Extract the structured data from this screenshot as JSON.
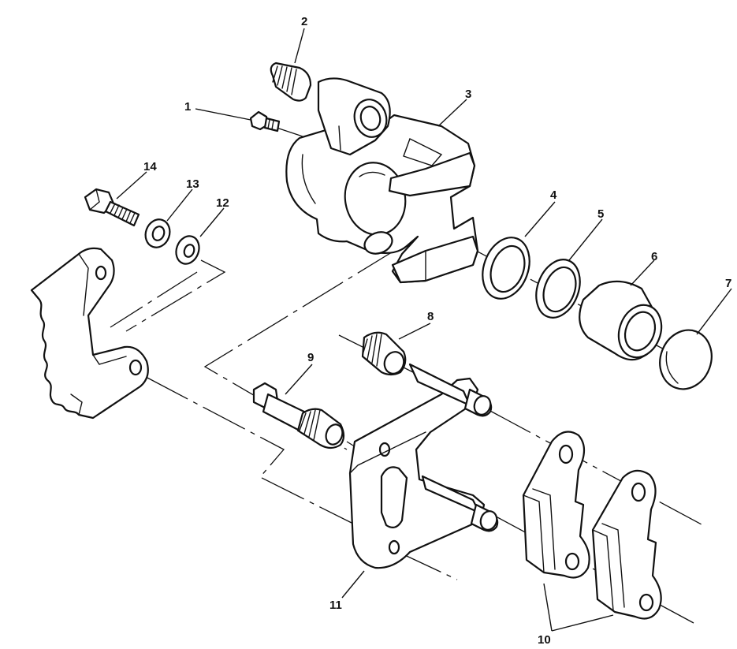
{
  "callouts": {
    "c1": "1",
    "c2": "2",
    "c3": "3",
    "c4": "4",
    "c5": "5",
    "c6": "6",
    "c7": "7",
    "c8": "8",
    "c9": "9",
    "c10": "10",
    "c11": "11",
    "c12": "12",
    "c13": "13",
    "c14": "14"
  },
  "colors": {
    "ink": "#111111",
    "paper": "#ffffff"
  }
}
